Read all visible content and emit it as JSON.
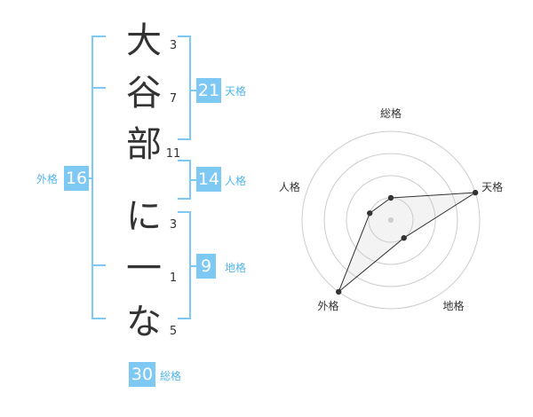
{
  "name_chars": [
    "大",
    "谷",
    "部",
    "に",
    "一",
    "な"
  ],
  "strokes": [
    "3",
    "7",
    "11",
    "3",
    "1",
    "5"
  ],
  "kakusu": {
    "tenkaku": {
      "value": "21",
      "label": "天格"
    },
    "jinkaku": {
      "value": "14",
      "label": "人格"
    },
    "chikaku": {
      "value": "9",
      "label": "地格"
    },
    "gaikaku": {
      "value": "16",
      "label": "外格"
    },
    "soukaku": {
      "value": "30",
      "label": "総格"
    }
  },
  "colors": {
    "accent": "#7ec8f4",
    "label": "#52b6ea",
    "text": "#333333"
  },
  "chart_data": {
    "type": "radar",
    "axes": [
      "総格",
      "天格",
      "地格",
      "外格",
      "人格"
    ],
    "values": [
      1,
      4,
      1,
      4,
      1
    ],
    "rings": 4
  }
}
